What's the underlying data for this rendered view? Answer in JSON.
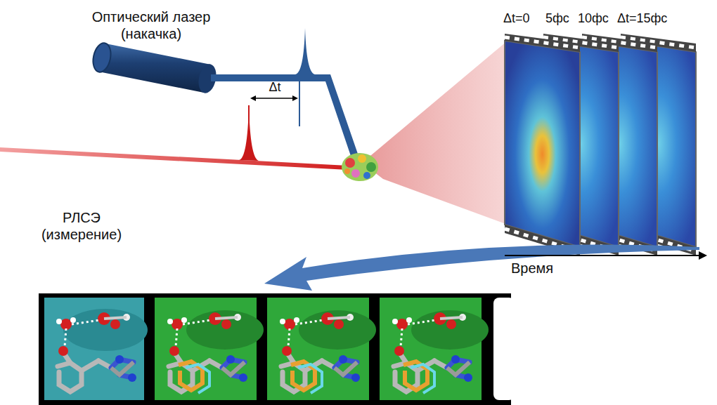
{
  "diagram": {
    "labels": [
      "Оптический лазер (накачка)",
      "Δt",
      "Δt=0",
      "5фс",
      "10фс",
      "Δt=15фс",
      "РЛСЭ (измерение)",
      "Время"
    ]
  }
}
